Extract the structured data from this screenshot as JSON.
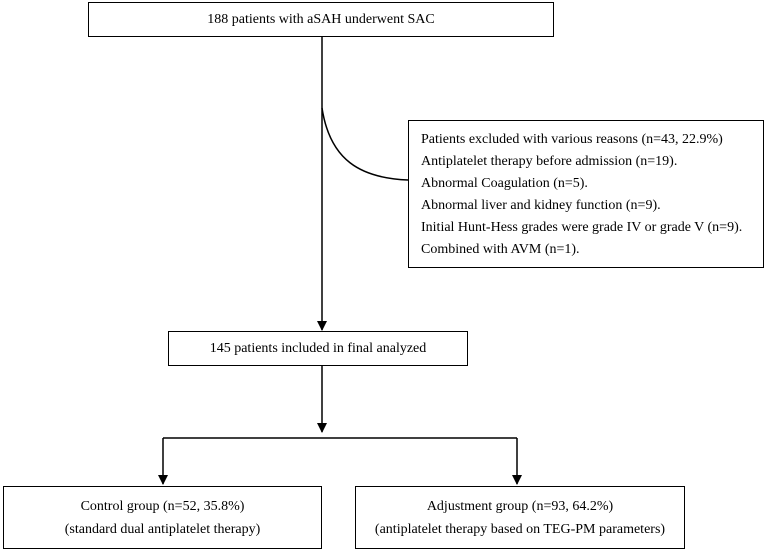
{
  "flowchart": {
    "top_box": "188 patients with aSAH underwent SAC",
    "exclusion": {
      "header": "Patients excluded with various reasons (n=43, 22.9%)",
      "reasons": [
        "Antiplatelet therapy before admission (n=19).",
        "Abnormal Coagulation (n=5).",
        "Abnormal liver and kidney function (n=9).",
        "Initial Hunt-Hess grades were grade IV or grade V (n=9).",
        "Combined with AVM (n=1)."
      ]
    },
    "included_box": "145 patients included in final analyzed",
    "control_group": {
      "line1": "Control group (n=52, 35.8%)",
      "line2": "(standard dual antiplatelet therapy)"
    },
    "adjustment_group": {
      "line1": "Adjustment group (n=93, 64.2%)",
      "line2": "(antiplatelet therapy based on TEG-PM parameters)"
    }
  }
}
